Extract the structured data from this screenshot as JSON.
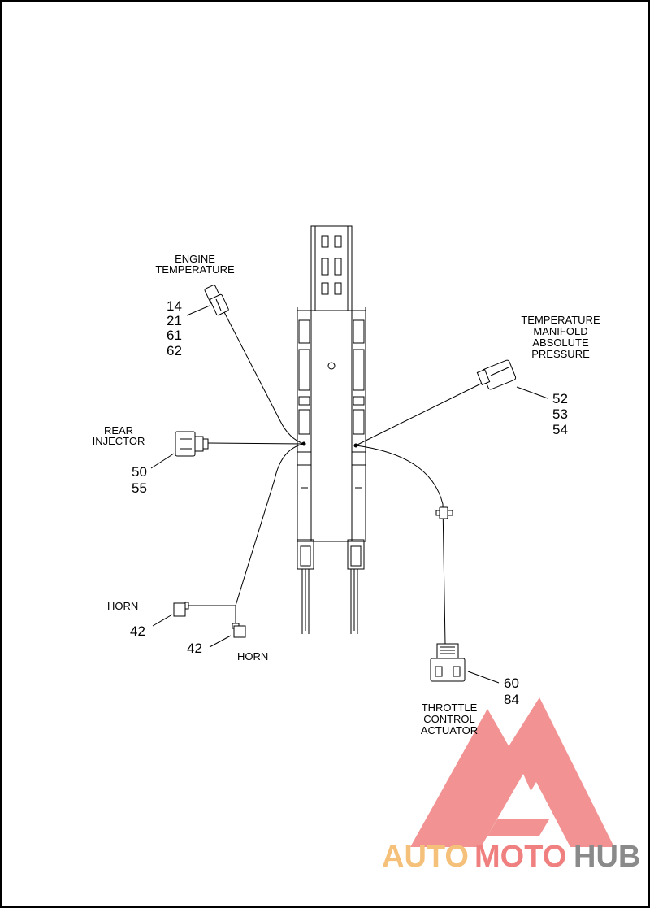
{
  "labels": {
    "engine_temp_1": "ENGINE",
    "engine_temp_2": "TEMPERATURE",
    "tmap_1": "TEMPERATURE",
    "tmap_2": "MANIFOLD",
    "tmap_3": "ABSOLUTE",
    "tmap_4": "PRESSURE",
    "rear_injector_1": "REAR",
    "rear_injector_2": "INJECTOR",
    "horn_left": "HORN",
    "horn_right": "HORN",
    "tca_1": "THROTTLE",
    "tca_2": "CONTROL",
    "tca_3": "ACTUATOR"
  },
  "refs": {
    "engine_temp": [
      "14",
      "21",
      "61",
      "62"
    ],
    "tmap": [
      "52",
      "53",
      "54"
    ],
    "rear_injector": [
      "50",
      "55"
    ],
    "horn_left": "42",
    "horn_right": "42",
    "tca": [
      "60",
      "84"
    ]
  },
  "watermark": {
    "auto": "AUTO",
    "moto": "MOTO",
    "hub": "HUB",
    "colors": {
      "auto": "#f5c07a",
      "moto": "#f07f7f",
      "hub": "#8a8a8a",
      "logo": "#f07f7f"
    }
  }
}
